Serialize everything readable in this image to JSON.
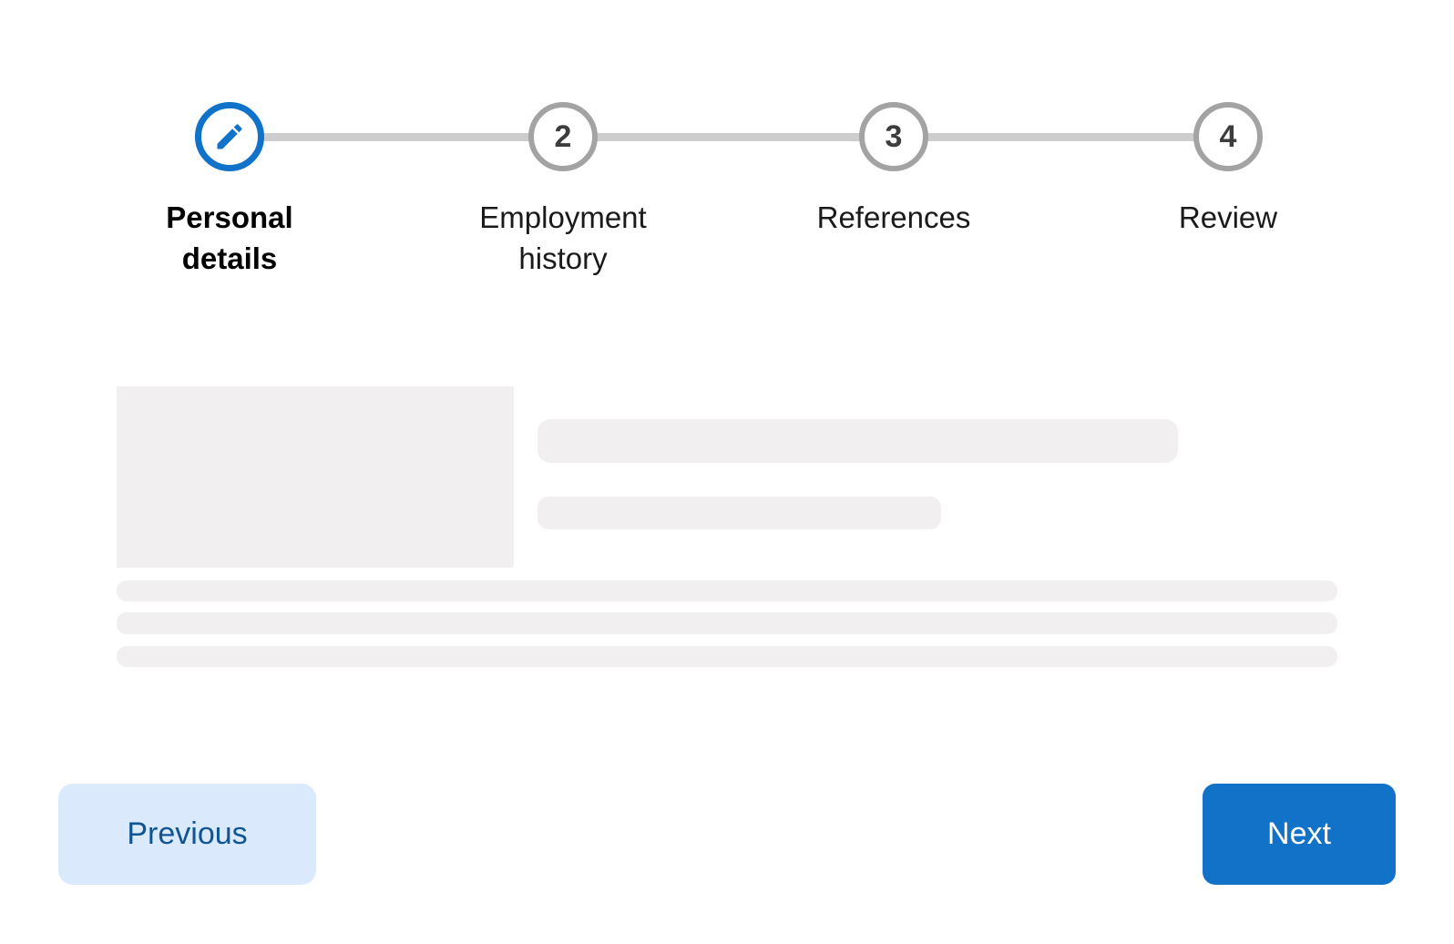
{
  "stepper": {
    "steps": [
      {
        "label": "Personal details",
        "state": "active",
        "icon": "pencil-icon"
      },
      {
        "label": "Employment history",
        "number": "2",
        "state": "upcoming"
      },
      {
        "label": "References",
        "number": "3",
        "state": "upcoming"
      },
      {
        "label": "Review",
        "number": "4",
        "state": "upcoming"
      }
    ]
  },
  "buttons": {
    "previous_label": "Previous",
    "next_label": "Next"
  },
  "colors": {
    "accent_blue": "#1172c9",
    "next_button_bg": "#1272c8",
    "next_button_text": "#ffffff",
    "previous_button_bg": "#daeafc",
    "previous_button_text": "#0f5593",
    "inactive_circle_border": "#a3a3a3",
    "connector_gray": "#cdcdcd",
    "step_number_text": "#3d3d3d",
    "skeleton_gray": "#f1efef"
  }
}
